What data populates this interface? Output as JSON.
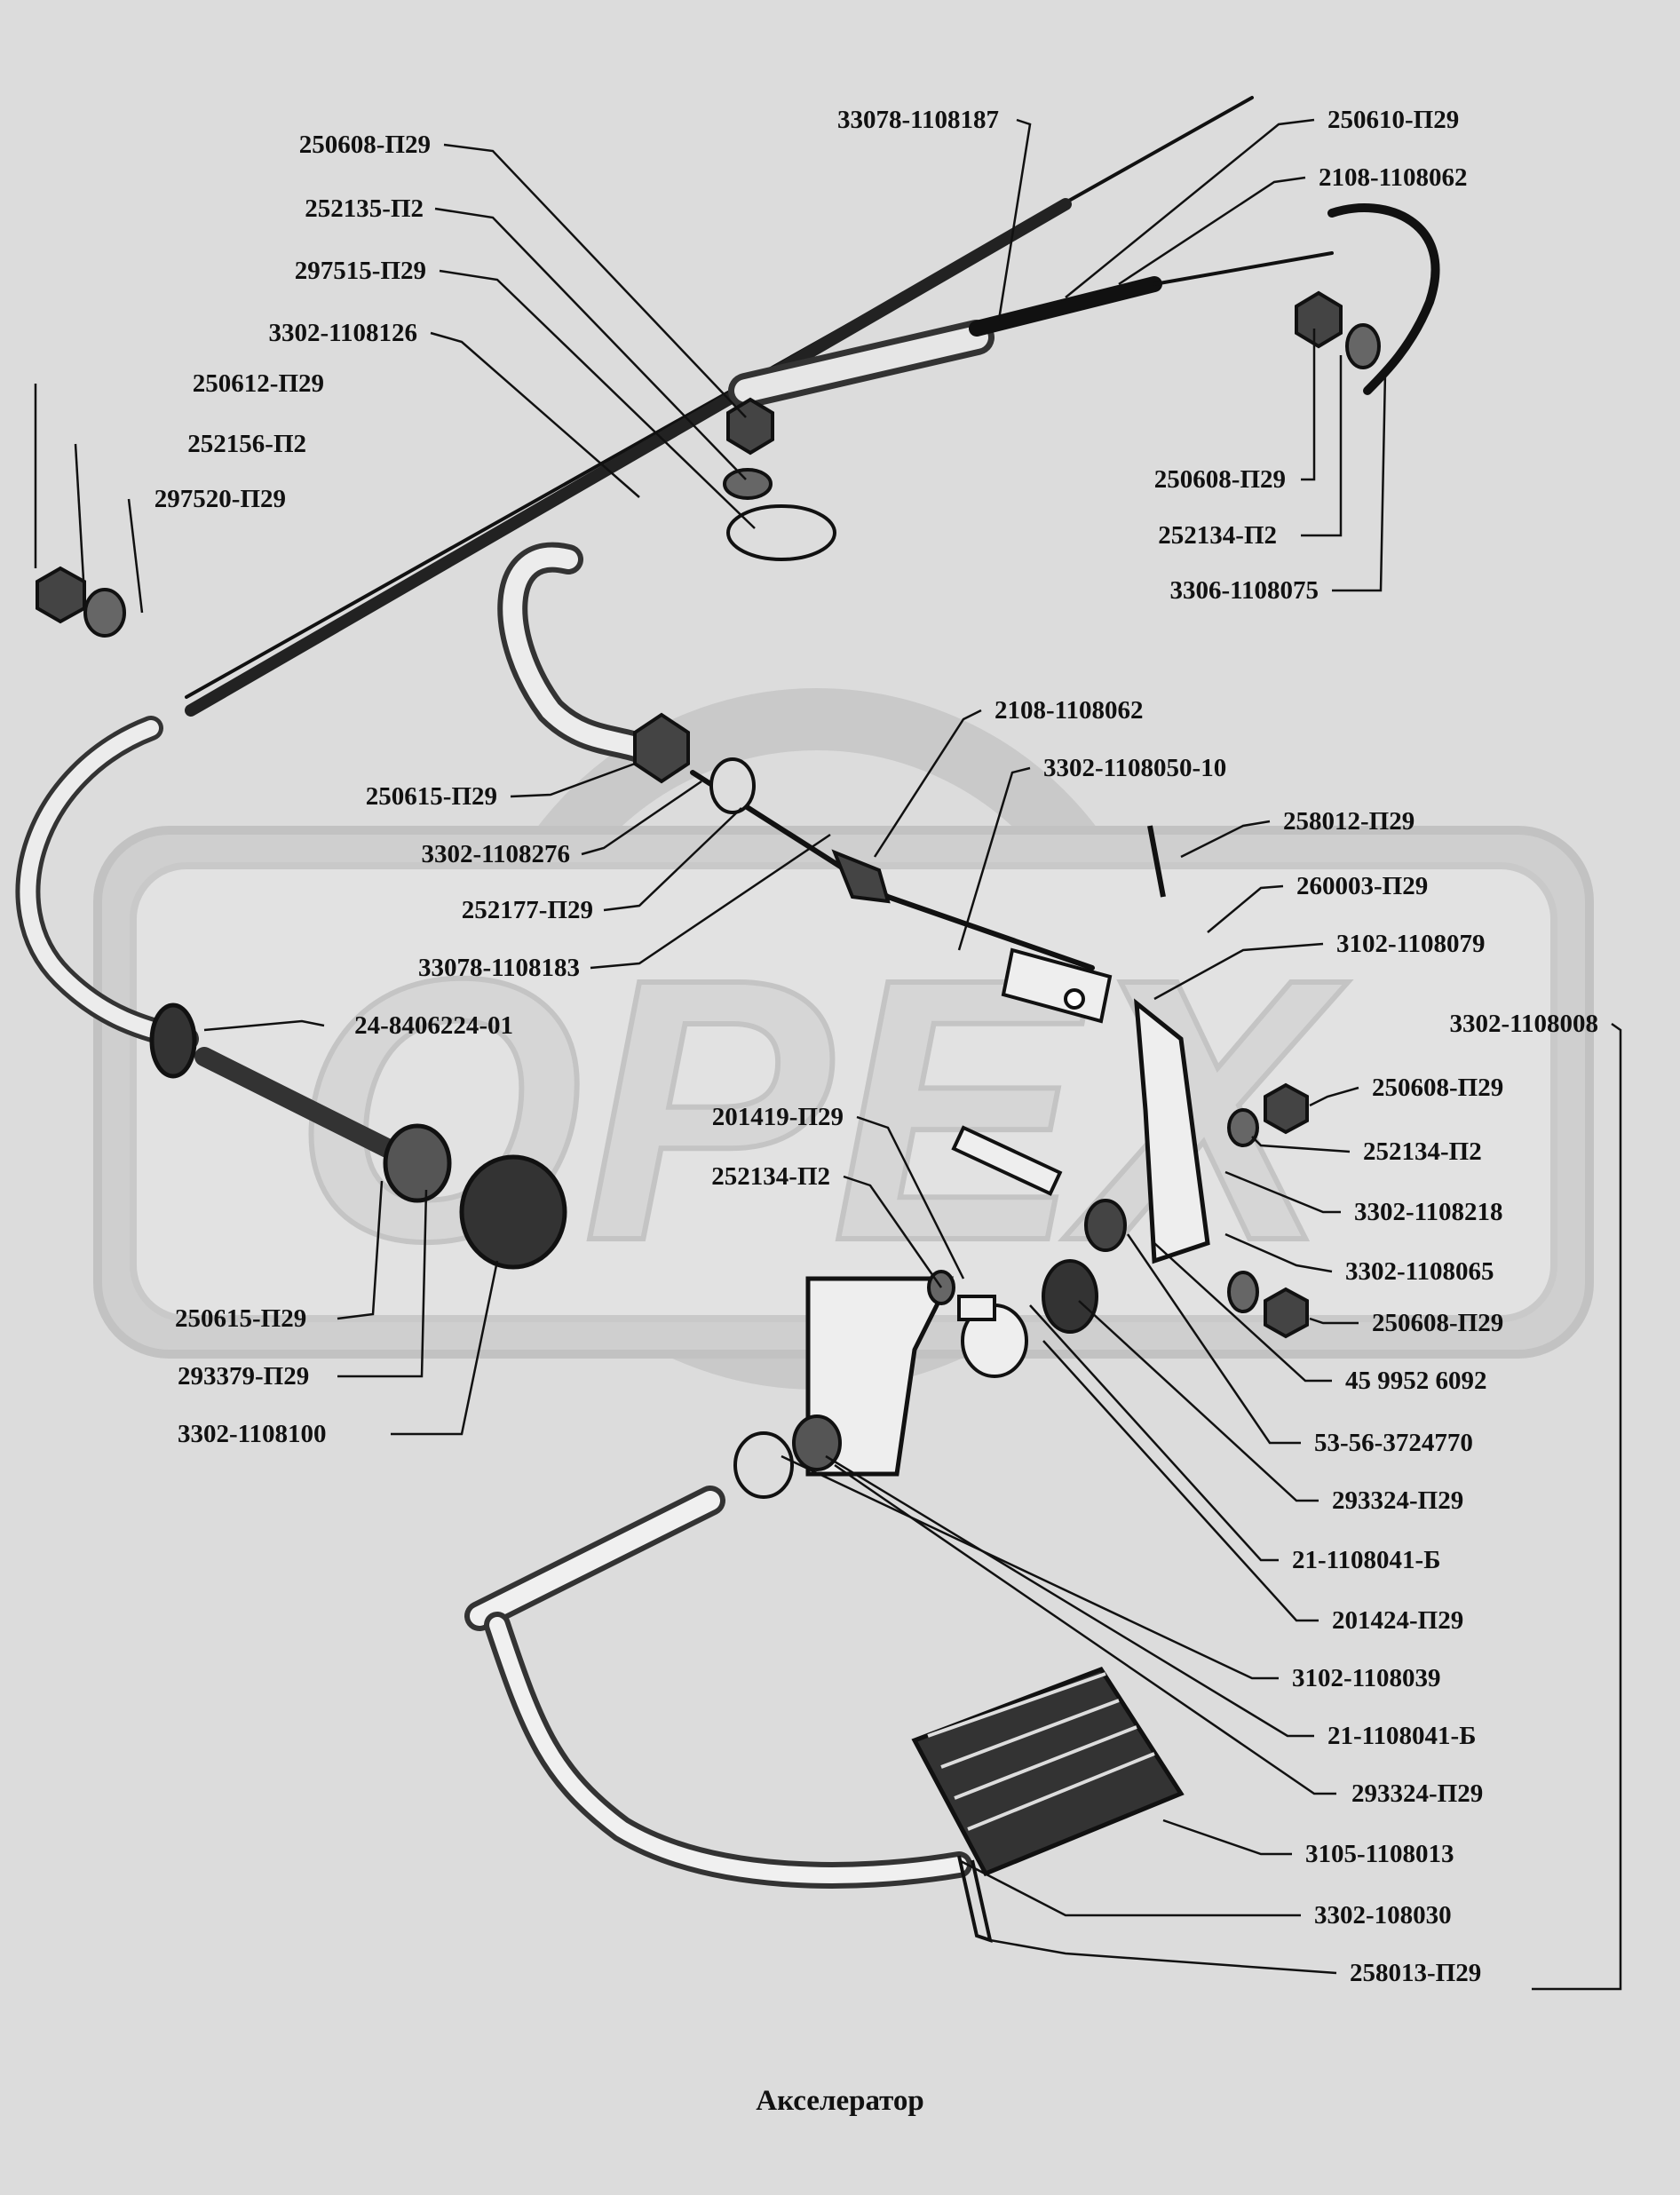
{
  "title": "Акселератор",
  "watermark": "OPEX",
  "labels": [
    "33078-1108187",
    "250610-П29",
    "2108-1108062",
    "250608-П29",
    "252135-П2",
    "297515-П29",
    "3302-1108126",
    "250612-П29",
    "252156-П2",
    "297520-П29",
    "250608-П29",
    "252134-П2",
    "3306-1108075",
    "2108-1108062",
    "3302-1108050-10",
    "250615-П29",
    "3302-1108276",
    "252177-П29",
    "33078-1108183",
    "258012-П29",
    "260003-П29",
    "3102-1108079",
    "3302-1108008",
    "24-8406224-01",
    "250608-П29",
    "252134-П2",
    "201419-П29",
    "252134-П2",
    "3302-1108218",
    "3302-1108065",
    "250608-П29",
    "250615-П29",
    "293379-П29",
    "3302-1108100",
    "45 9952 6092",
    "53-56-3724770",
    "293324-П29",
    "21-1108041-Б",
    "201424-П29",
    "3102-1108039",
    "21-1108041-Б",
    "293324-П29",
    "3105-1108013",
    "3302-108030",
    "258013-П29"
  ]
}
